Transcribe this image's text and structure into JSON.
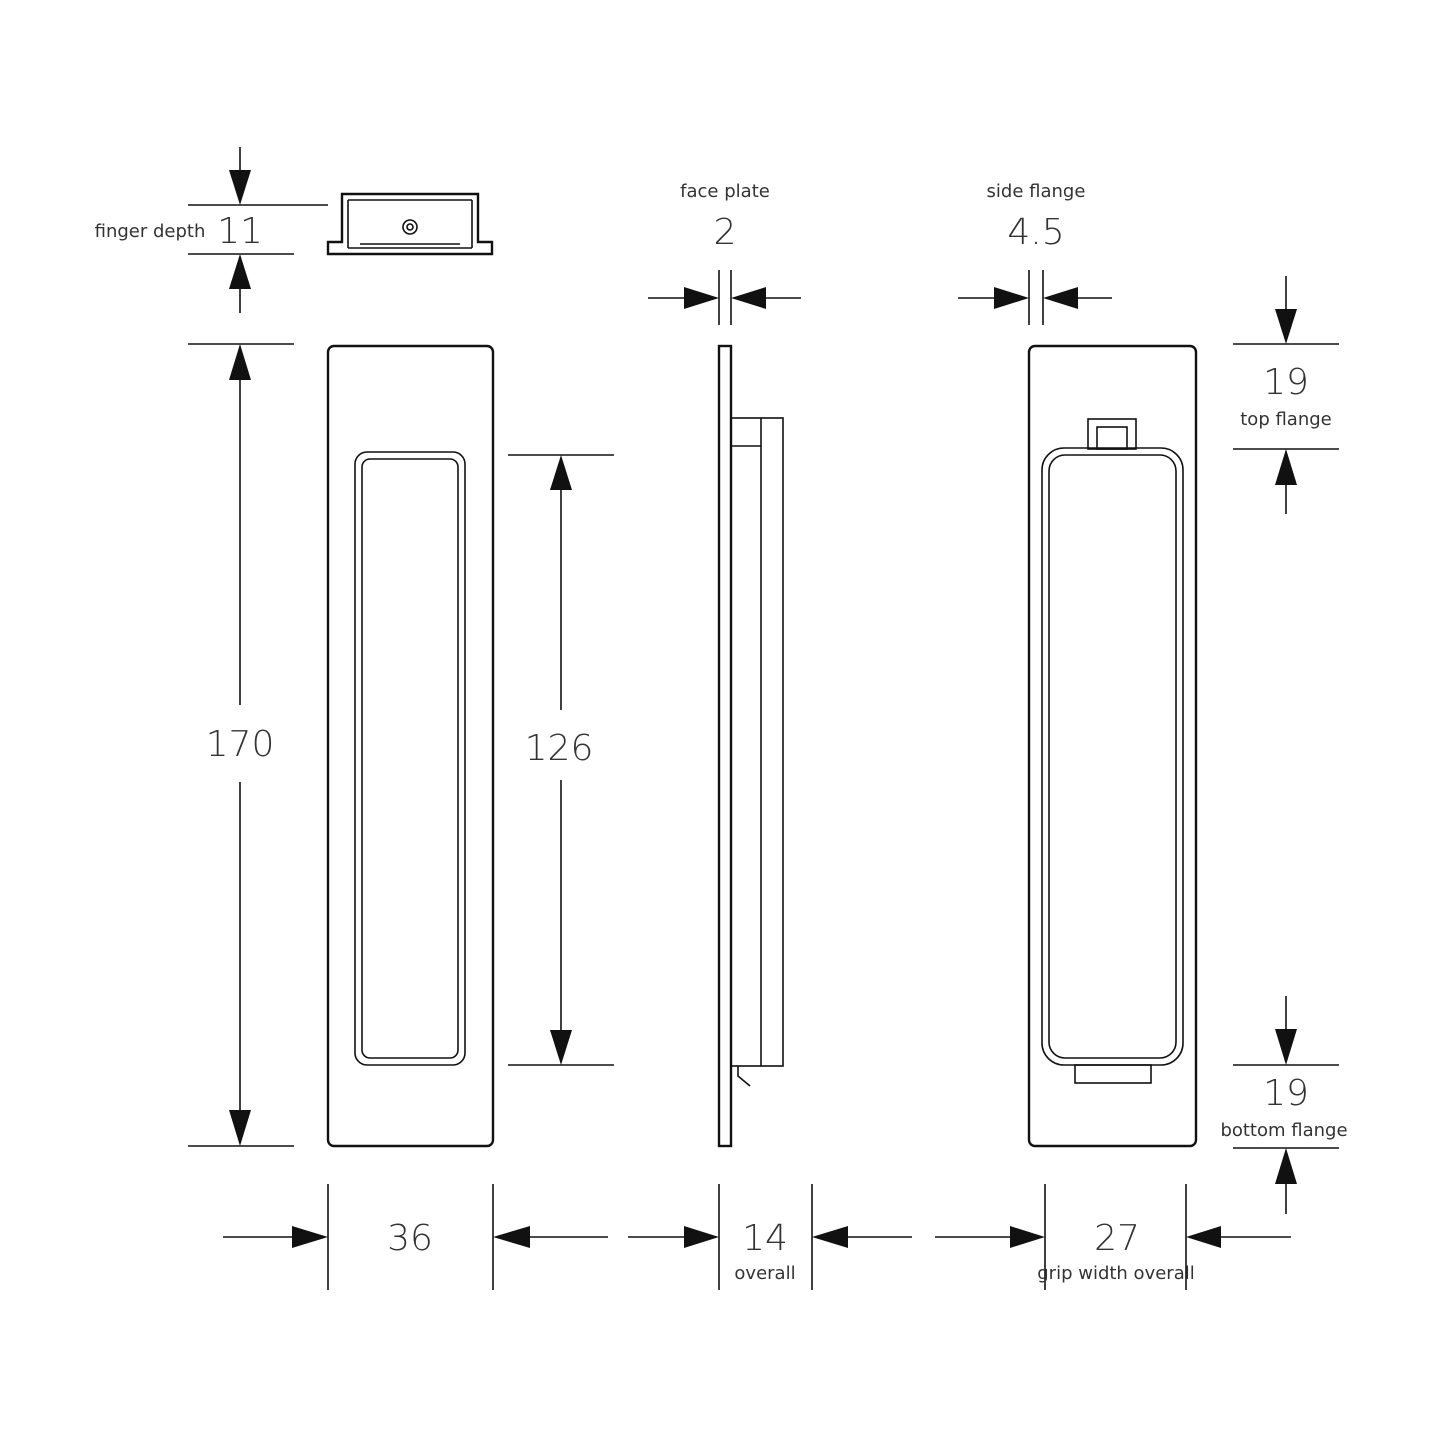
{
  "dimensions": {
    "finger_depth": {
      "label": "finger depth",
      "value": "11"
    },
    "height": {
      "value": "170"
    },
    "grip_length": {
      "value": "126"
    },
    "width": {
      "value": "36"
    },
    "face_plate": {
      "label": "face plate",
      "value": "2"
    },
    "overall": {
      "label": "overall",
      "value": "14"
    },
    "side_flange": {
      "label": "side flange",
      "value": "4.5"
    },
    "top_flange": {
      "label": "top flange",
      "value": "19"
    },
    "bottom_flange": {
      "label": "bottom flange",
      "value": "19"
    },
    "grip_width": {
      "label": "grip width overall",
      "value": "27"
    }
  },
  "colors": {
    "line": "#111111",
    "text": "#333333",
    "background": "#ffffff"
  }
}
